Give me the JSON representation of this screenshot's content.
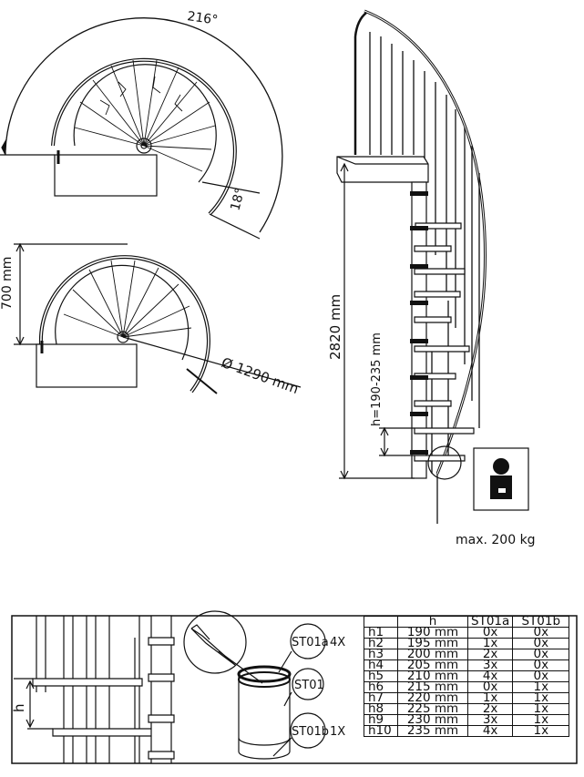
{
  "plan_top": {
    "angle_label": "216°",
    "step_angle_label": "18°"
  },
  "plan_bottom": {
    "height_label": "700 mm",
    "diameter_label": "Ø 1290 mm"
  },
  "elevation": {
    "total_height_label": "2820 mm",
    "step_height_label": "h=190-235 mm"
  },
  "load": {
    "label": "max. 200 kg"
  },
  "detail": {
    "h_label": "h",
    "callouts": [
      {
        "name": "ST01a",
        "qty": "4X"
      },
      {
        "name": "ST01",
        "qty": ""
      },
      {
        "name": "ST01b",
        "qty": "1X"
      }
    ]
  },
  "height_table": {
    "headers": [
      "",
      "h",
      "ST01a",
      "ST01b"
    ],
    "rows": [
      [
        "h1",
        "190 mm",
        "0x",
        "0x"
      ],
      [
        "h2",
        "195 mm",
        "1x",
        "0x"
      ],
      [
        "h3",
        "200 mm",
        "2x",
        "0x"
      ],
      [
        "h4",
        "205 mm",
        "3x",
        "0x"
      ],
      [
        "h5",
        "210 mm",
        "4x",
        "0x"
      ],
      [
        "h6",
        "215 mm",
        "0x",
        "1x"
      ],
      [
        "h7",
        "220 mm",
        "1x",
        "1x"
      ],
      [
        "h8",
        "225 mm",
        "2x",
        "1x"
      ],
      [
        "h9",
        "230 mm",
        "3x",
        "1x"
      ],
      [
        "h10",
        "235 mm",
        "4x",
        "1x"
      ]
    ]
  }
}
